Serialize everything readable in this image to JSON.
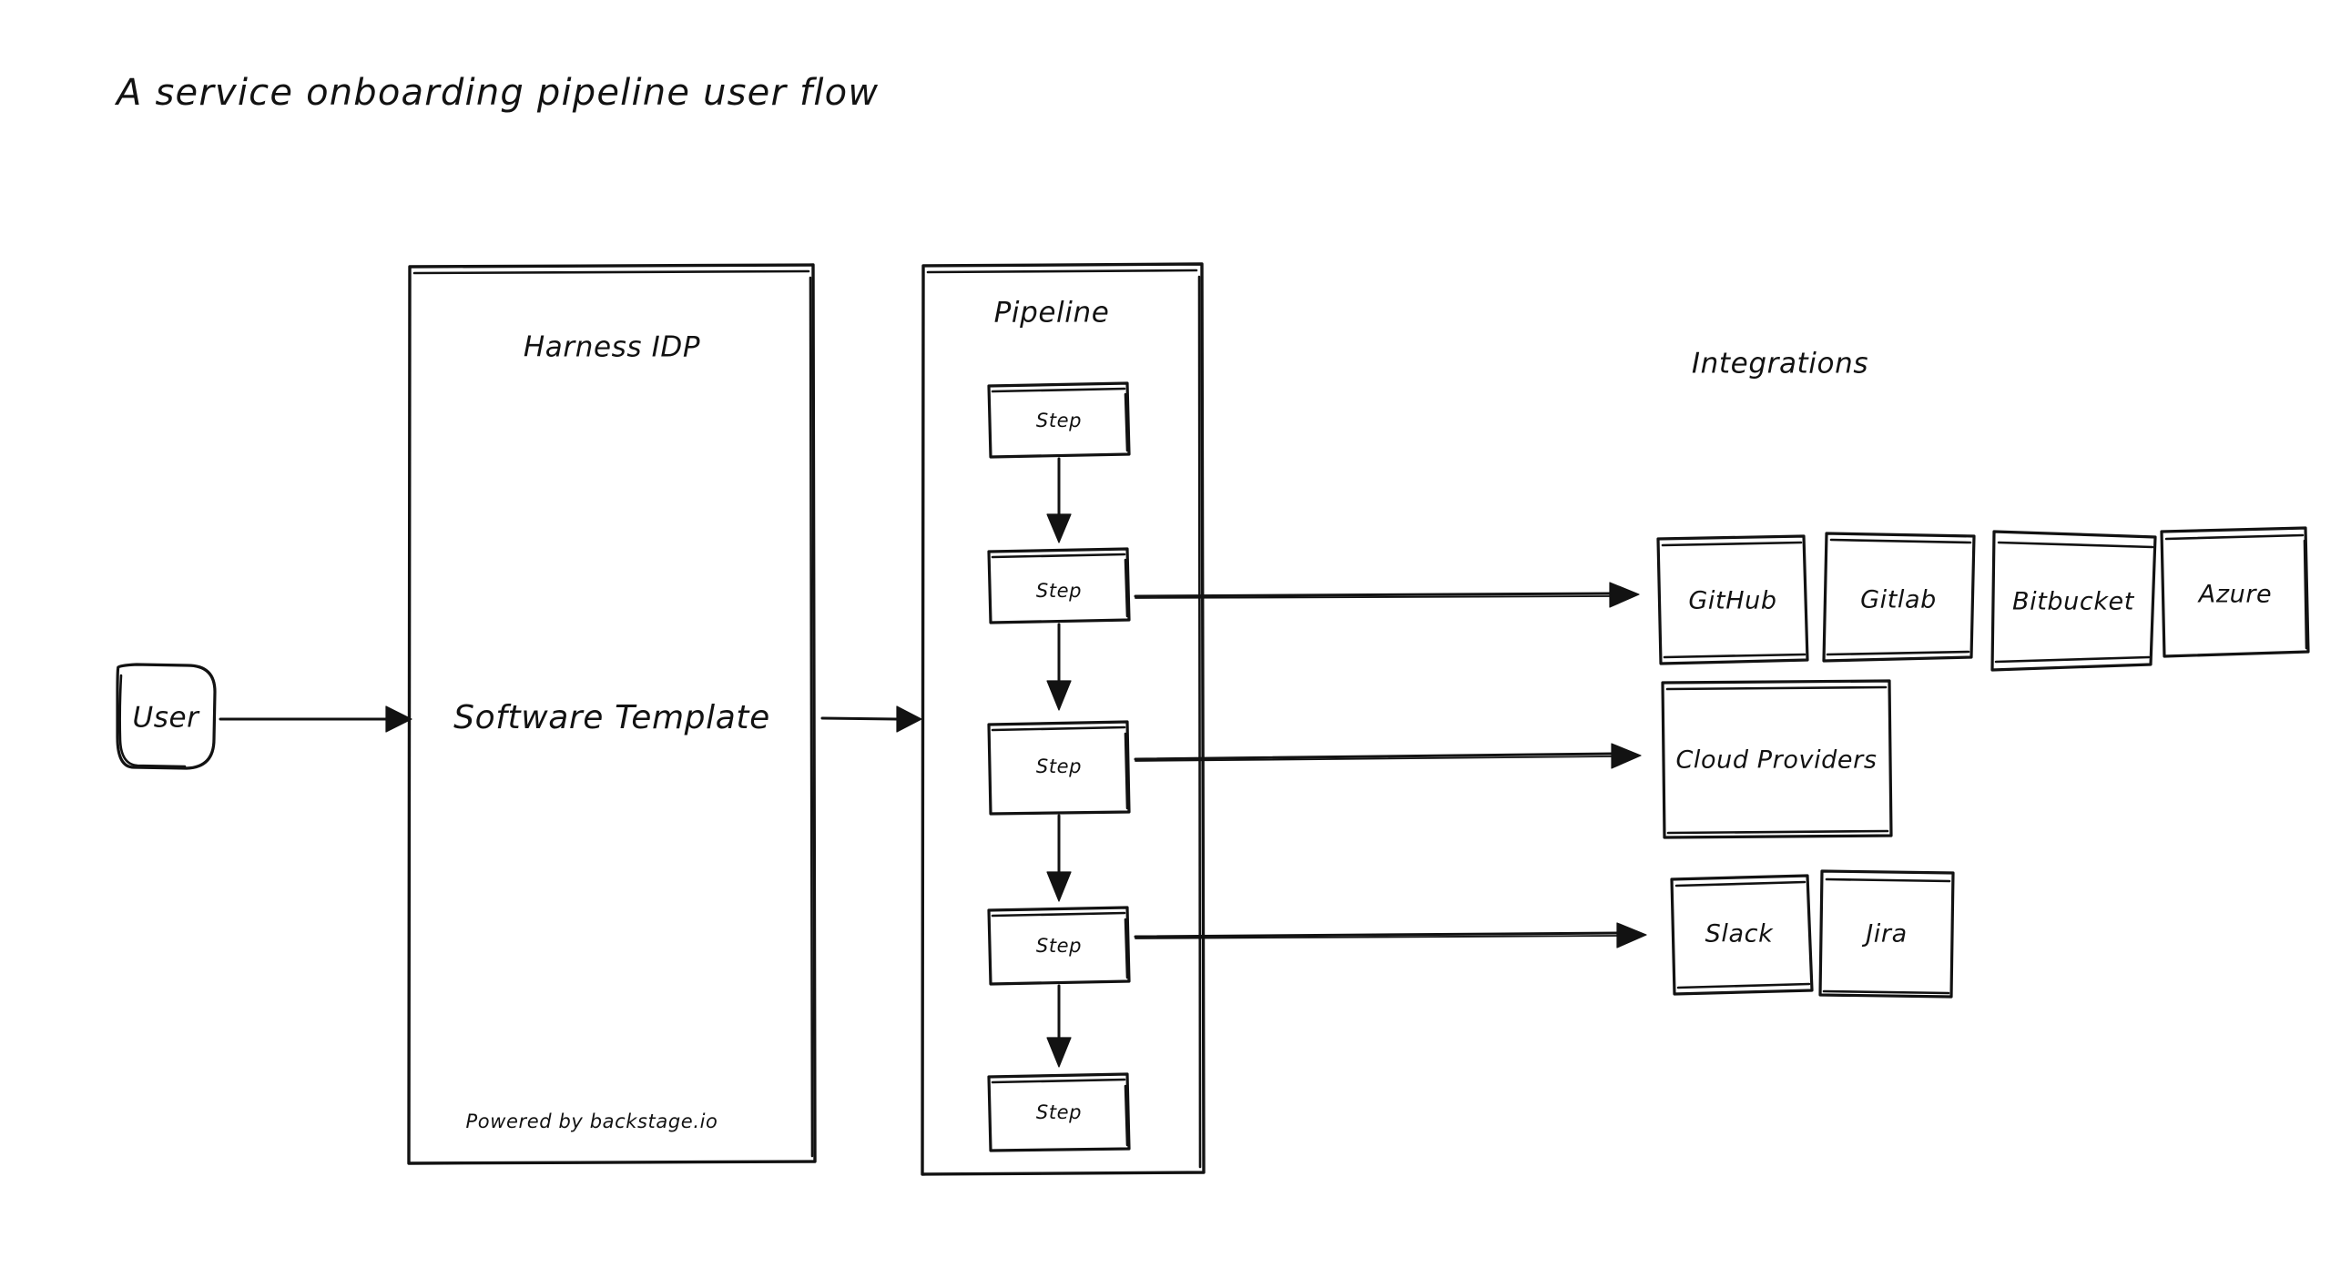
{
  "page": {
    "title": "A service onboarding pipeline user flow",
    "background_color": "#ffffff",
    "ink_color": "#121212",
    "style": "hand-drawn sketch"
  },
  "nodes": {
    "user": {
      "label": "User",
      "shape": "rounded-rect"
    },
    "harness_idp": {
      "group_title": "Harness IDP",
      "inner_label": "Software Template",
      "footnote": "Powered by backstage.io"
    },
    "pipeline": {
      "group_title": "Pipeline",
      "steps": [
        {
          "label": "Step"
        },
        {
          "label": "Step"
        },
        {
          "label": "Step"
        },
        {
          "label": "Step"
        },
        {
          "label": "Step"
        }
      ]
    },
    "integrations": {
      "group_title": "Integrations",
      "scm_row": [
        {
          "label": "GitHub"
        },
        {
          "label": "Gitlab"
        },
        {
          "label": "Bitbucket"
        },
        {
          "label": "Azure"
        }
      ],
      "cloud_row": [
        {
          "label": "Cloud Providers"
        }
      ],
      "tools_row": [
        {
          "label": "Slack"
        },
        {
          "label": "Jira"
        }
      ]
    }
  },
  "connections": [
    {
      "from": "user",
      "to": "harness-idp",
      "kind": "arrow"
    },
    {
      "from": "harness-idp",
      "to": "pipeline",
      "kind": "arrow"
    },
    {
      "from": "pipeline-step-1",
      "to": "pipeline-step-2",
      "kind": "arrow"
    },
    {
      "from": "pipeline-step-2",
      "to": "pipeline-step-3",
      "kind": "arrow"
    },
    {
      "from": "pipeline-step-3",
      "to": "pipeline-step-4",
      "kind": "arrow"
    },
    {
      "from": "pipeline-step-4",
      "to": "pipeline-step-5",
      "kind": "arrow"
    },
    {
      "from": "pipeline-step-2",
      "to": "github",
      "kind": "arrow"
    },
    {
      "from": "pipeline-step-3",
      "to": "cloud-providers",
      "kind": "arrow"
    },
    {
      "from": "pipeline-step-4",
      "to": "slack",
      "kind": "arrow"
    }
  ]
}
